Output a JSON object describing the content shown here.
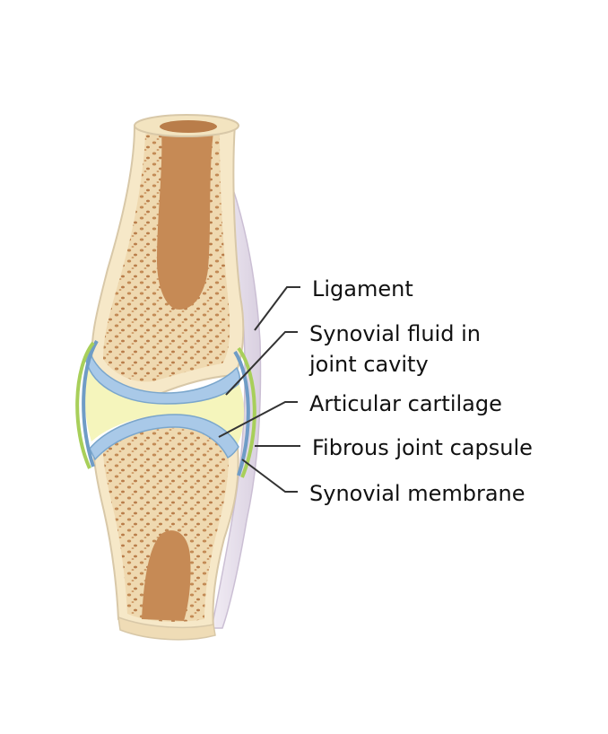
{
  "labels": {
    "ligament": "Ligament",
    "synovial_fluid_line1": "Synovial fluid in",
    "synovial_fluid_line2": "joint cavity",
    "articular_cartilage": "Articular cartilage",
    "fibrous_capsule": "Fibrous joint capsule",
    "synovial_membrane": "Synovial membrane"
  },
  "colors": {
    "bone_cortex": "#f6e8c8",
    "marrow": "#c98d5a",
    "cartilage": "#a9c9e8",
    "synovial_fluid": "#f4f4b8",
    "capsule": "#a8cf5a",
    "ligament": "#e4dcea",
    "leader_line": "#333333"
  }
}
